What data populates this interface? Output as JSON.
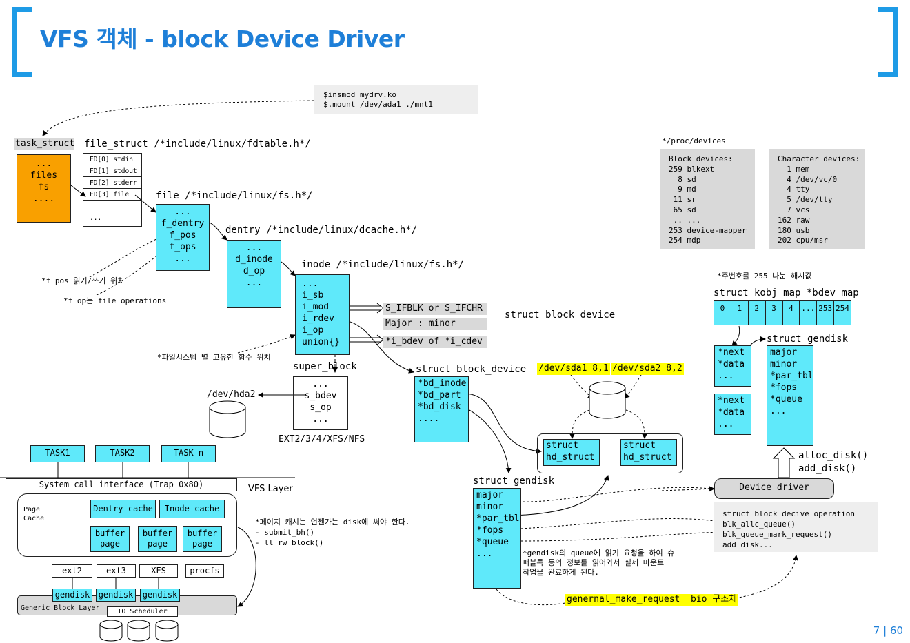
{
  "title": "VFS 객체 - block Device Driver",
  "page_number": "7 | 60",
  "colors": {
    "accent": "#1e9be6",
    "cyan": "#5fe9fa",
    "orange": "#f9a000",
    "yellow": "#ffff00",
    "gray": "#d9d9d9"
  },
  "cmd": {
    "line1": "$insmod mydrv.ko",
    "line2": "$.mount /dev/ada1 ./mnt1"
  },
  "task_struct": {
    "label": "task_struct",
    "body": "...\nfiles\nfs\n...."
  },
  "file_struct": {
    "label": "file_struct /*include/linux/fdtable.h*/",
    "rows": [
      "FD[0] stdin",
      "FD[1] stdout",
      "FD[2] stderr",
      "FD[3] file",
      "",
      "..."
    ]
  },
  "file": {
    "label": "file /*include/linux/fs.h*/",
    "body": "...\nf_dentry\nf_pos\nf_ops\n..."
  },
  "dentry": {
    "label": "dentry /*include/linux/dcache.h*/",
    "body": "...\nd_inode\nd_op\n..."
  },
  "inode": {
    "label": "inode /*include/linux/fs.h*/",
    "body": "...\ni_sb\ni_mod\ni_rdev\ni_op\nunion{}"
  },
  "inode_tags": {
    "mode": "S_IFBLK or S_IFCHR",
    "rdev": "Major : minor",
    "union": "*i_bdev of *i_cdev"
  },
  "struct_block_device_label": "struct block_device",
  "notes": {
    "f_pos": "*f_pos 읽기/쓰기 위치",
    "f_op": "*f_op는 file_operations",
    "fs_func": "*파일시스템 별 고유한 함수 위치"
  },
  "super_block": {
    "label": "super_block",
    "body": "...\ns_bdev\ns_op\n...",
    "fs_list": "EXT2/3/4/XFS/NFS"
  },
  "hda2": "/dev/hda2",
  "block_device": {
    "label": "struct block_device",
    "body": "*bd_inode\n*bd_part\n*bd_disk\n...."
  },
  "sda": {
    "sda1": "/dev/sda1 8,1",
    "sda2": "/dev/sda2 8,2"
  },
  "hd_struct": {
    "a": "struct\nhd_struct",
    "b": "struct\nhd_struct"
  },
  "gendisk_left": {
    "label": "struct gendisk",
    "body": "major\nminor\n*par_tbl\n*fops\n*queue\n..."
  },
  "gendisk_note": "*gendisk의 queue에 읽기 요청을 하여 슈\n퍼블록 등의 정보를 읽어와서 실제 마운트\n작업을 완료하게 된다.",
  "gen_make_request": "genernal_make_request  bio 구조체",
  "proc": {
    "label": "*/proc/devices",
    "block": "Block devices:\n259 blkext\n  8 sd\n  9 md\n 11 sr\n 65 sd\n .. ...\n253 device-mapper\n254 mdp",
    "char": "Character devices:\n  1 mem\n  4 /dev/vc/0\n  4 tty\n  5 /dev/tty\n  7 vcs\n162 raw\n180 usb\n202 cpu/msr"
  },
  "kobj": {
    "note": "*주번호를 255 나눈 해시값",
    "label": "struct kobj_map *bdev_map",
    "cells": [
      "0",
      "1",
      "2",
      "3",
      "4",
      "...",
      "253",
      "254"
    ]
  },
  "probe": {
    "a": "*next\n*data\n...",
    "b": "*next\n*data\n..."
  },
  "gendisk_right": {
    "label": "struct gendisk",
    "body": "major\nminor\n*par_tbl\n*fops\n*queue\n..."
  },
  "alloc": "alloc_disk()\nadd_disk()",
  "device_driver": "Device driver",
  "blk_ops": "struct block_decive_operation\nblk_allc_queue()\nblk_queue_mark_request()\nadd_disk...",
  "tasks": [
    "TASK1",
    "TASK2",
    "TASK n"
  ],
  "syscall": "System call interface (Trap 0x80)",
  "vfs_layer": "VFS Layer",
  "page_cache": "Page\nCache",
  "caches": [
    "Dentry cache",
    "Inode cache"
  ],
  "buffers": [
    "buffer\npage",
    "buffer\npage",
    "buffer\npage"
  ],
  "fs_types": [
    "ext2",
    "ext3",
    "XFS",
    "procfs"
  ],
  "gendisks": [
    "gendisk",
    "gendisk",
    "gendisk"
  ],
  "generic_block": "Generic Block Layer",
  "io_sched": "IO Scheduler",
  "page_cache_note": "*페이지 캐시는 언젠가는 disk에 써야 한다.\n- submit_bh()\n- ll_rw_block()"
}
